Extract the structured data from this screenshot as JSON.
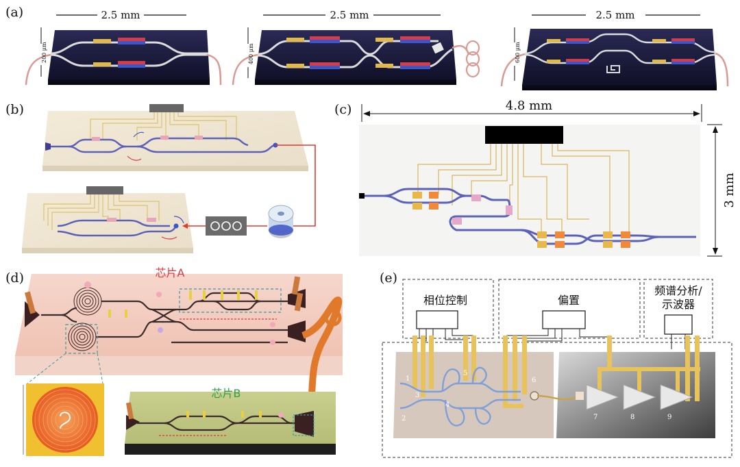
{
  "panels": {
    "a": {
      "label": "(a)",
      "chips": [
        {
          "length": "2.5 mm",
          "width": "200 μm"
        },
        {
          "length": "2.5 mm",
          "width": "400 μm"
        },
        {
          "length": "2.5 mm",
          "width": "600 μm"
        }
      ]
    },
    "b": {
      "label": "(b)"
    },
    "c": {
      "label": "(c)",
      "width_label": "4.8 mm",
      "height_label": "3 mm"
    },
    "d": {
      "label": "(d)",
      "chip_a": "芯片A",
      "chip_b": "芯片B"
    },
    "e": {
      "label": "(e)",
      "phase_control": "相位控制",
      "bias": "偏置",
      "spectrum_line1": "频谱分析/",
      "spectrum_line2": "示波器",
      "numbers": [
        "1",
        "2",
        "3",
        "4",
        "5",
        "6",
        "7",
        "8",
        "9"
      ]
    }
  },
  "colors": {
    "chip_dark": "#1b1b3a",
    "waveguide": "#dcdcdc",
    "heater_red": "#d23c4b",
    "heater_blue": "#3e55c8",
    "gold": "#e2b94b",
    "orange": "#f07a2a",
    "pink_label": "#e0383c",
    "green_label": "#2f9e4a"
  }
}
